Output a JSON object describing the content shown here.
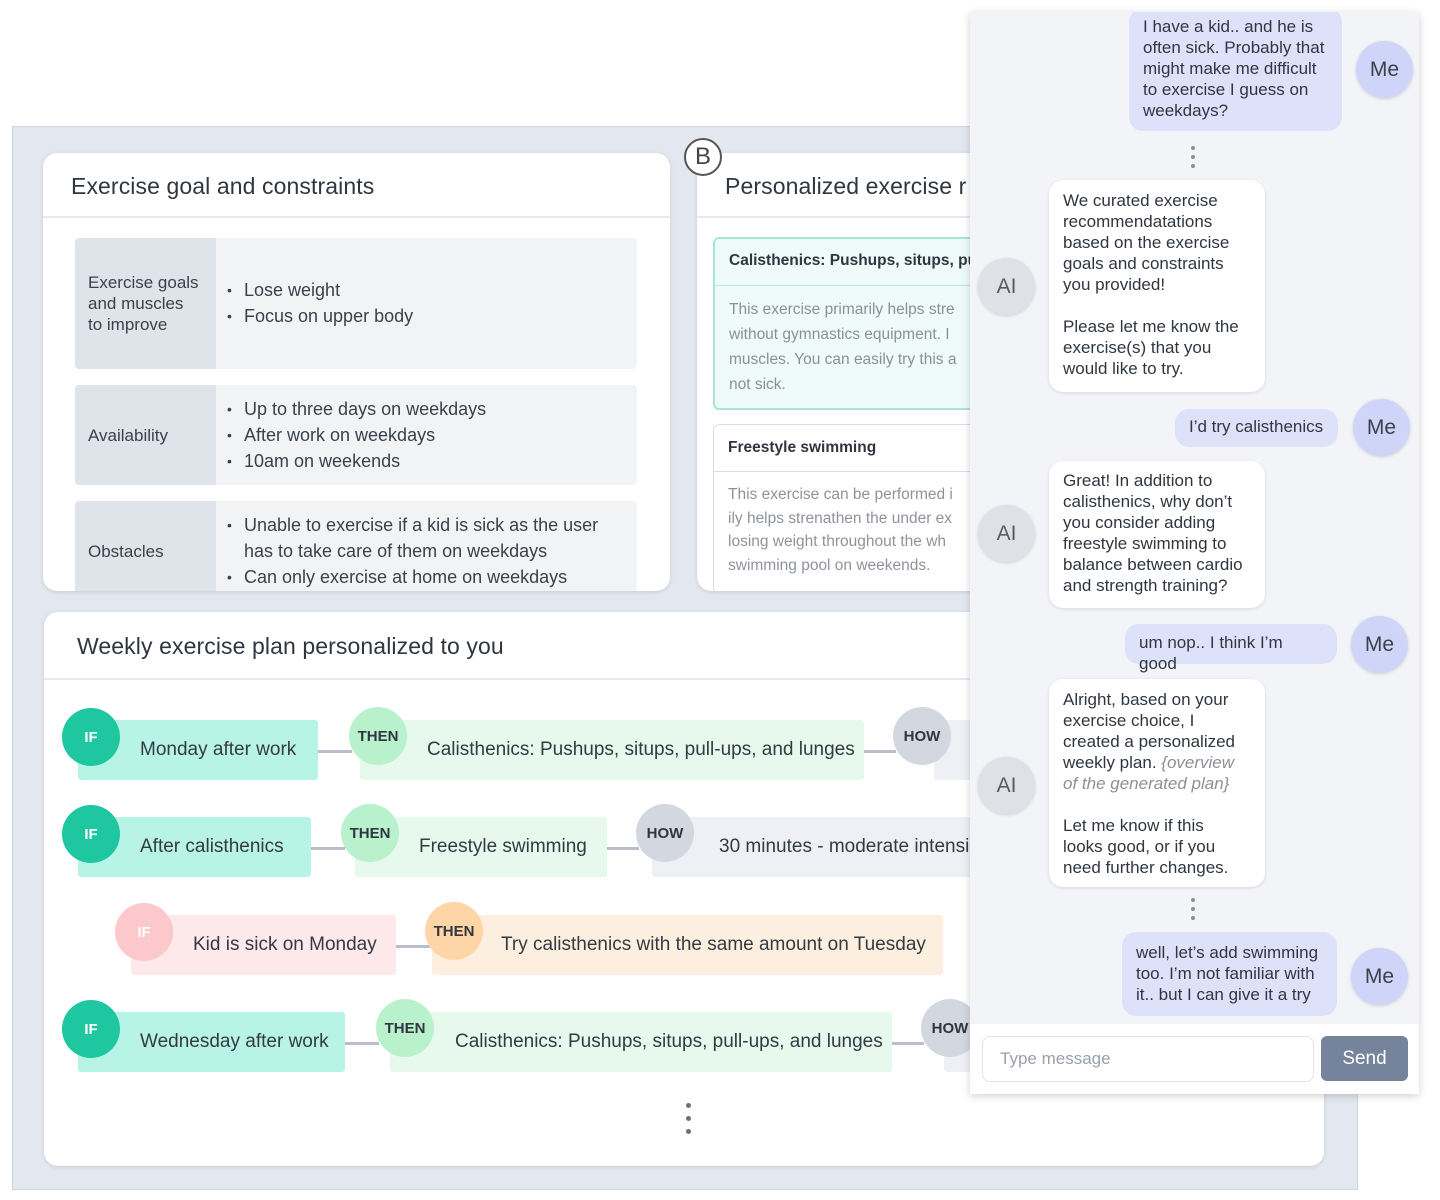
{
  "badge": "B",
  "goals_card": {
    "title": "Exercise goal and constraints",
    "rows": [
      {
        "label": "Exercise goals\nand muscles\nto improve",
        "items": [
          "Lose weight",
          "Focus on upper body"
        ]
      },
      {
        "label": "Availability",
        "items": [
          "Up to three days on weekdays",
          "After work on weekdays",
          "10am on weekends"
        ]
      },
      {
        "label": "Obstacles",
        "items": [
          "Unable to exercise if a kid is sick as the user has to take care of them on weekdays",
          "Can only exercise at home on weekdays"
        ]
      }
    ]
  },
  "recs_card": {
    "title": "Personalized exercise r",
    "items": [
      {
        "title": "Calisthenics: Pushups, situps, pul",
        "desc": "This exercise primarily helps stre\nwithout gymnastics equipment. I\nmuscles. You can easily try this a\nnot sick."
      },
      {
        "title": "Freestyle swimming",
        "desc": "This exercise can be performed i\nily helps strenathen the under ex\nlosing weight throughout the wh\nswimming pool on weekends."
      }
    ]
  },
  "plan_card": {
    "title": "Weekly exercise plan personalized to you",
    "if_label": "IF",
    "then_label": "THEN",
    "how_label": "HOW",
    "rules": [
      {
        "if": "Monday after work",
        "then": "Calisthenics: Pushups, situps, pull-ups, and lunges",
        "how": ""
      },
      {
        "if": "After calisthenics",
        "then": "Freestyle swimming",
        "how": "30 minutes - moderate intensi"
      },
      {
        "if": "Kid is sick on Monday",
        "then": "Try calisthenics with the same amount on Tuesday"
      },
      {
        "if": "Wednesday after work",
        "then": "Calisthenics: Pushups, situps, pull-ups, and lunges",
        "how": ""
      }
    ]
  },
  "chat": {
    "me_label": "Me",
    "ai_label": "AI",
    "messages": [
      {
        "from": "me",
        "text": "I have a kid.. and he is\noften sick. Probably that\nmight make me difficult\nto exercise I guess on\nweekdays?"
      },
      {
        "from": "ai",
        "text": "We curated exercise\nrecommendatations\nbased on the exercise\ngoals and constraints\nyou provided!\n\nPlease let me know the\nexercise(s) that you\nwould like to try."
      },
      {
        "from": "me",
        "text": "I’d try calisthenics"
      },
      {
        "from": "ai",
        "text": "Great! In addition to\ncalisthenics, why don’t\nyou consider adding\nfreestyle swimming to\nbalance between cardio\nand strength training?"
      },
      {
        "from": "me",
        "text": "um nop.. I think I’m good"
      },
      {
        "from": "ai",
        "text_before": "Alright, based on your\nexercise choice, I\ncreated a personalized\nweekly plan. ",
        "hint": "{overview\nof the generated plan}",
        "text_after": "\n\nLet me know if this\nlooks good, or if you\nneed further changes."
      },
      {
        "from": "me",
        "text": "well, let’s add swimming\ntoo. I’m not familiar with\nit.. but I can give it a try"
      }
    ],
    "input_placeholder": "Type message",
    "send_label": "Send"
  },
  "colors": {
    "if_green": "#1fc7a0",
    "if_pink": "#fcc8cb",
    "then_green": "#b8f1cc",
    "then_orange": "#fdd5a7",
    "how_gray": "#d2d7e0",
    "send_button": "#75849a",
    "me_bubble": "#dde2fa"
  }
}
